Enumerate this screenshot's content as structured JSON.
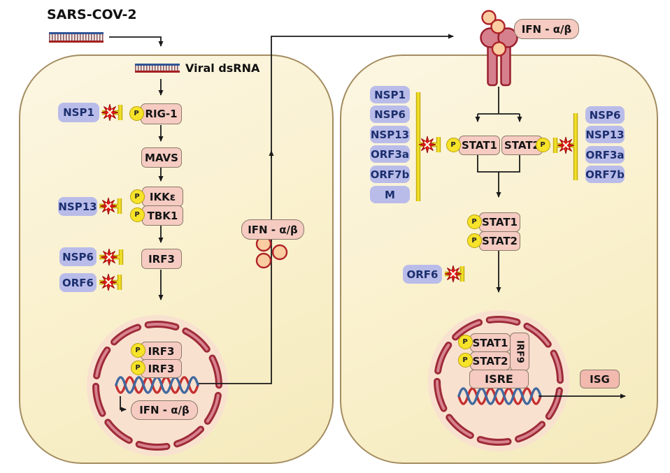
{
  "title": "SARS-COV-2",
  "phospho": "P",
  "palette": {
    "cell_fill": "#FAF1CF",
    "cell_border": "#A38C60",
    "inhibitor_box_blue": "#B9BCE9",
    "inhibitor_text_navy": "#1C2F6E",
    "protein_box_pink": "#F5CBC2",
    "protein_border": "#8A7A68",
    "nucleus_fill": "#F9E1D0",
    "nuclear_envelope_red": "#9E2B38",
    "phospho_yellow": "#F6E32A",
    "inhibition_yellow": "#E8D41A",
    "burst_red": "#E61717",
    "dna_red": "#C53030",
    "dna_blue": "#41699F",
    "receptor_pink": "#D6808E",
    "ligand_peach": "#FBCDA1",
    "arrow_black": "#1A1A1A"
  },
  "left_cell": {
    "viral_dsrna_label": "Viral dsRNA",
    "nodes": {
      "rig1": "RIG-1",
      "mavs": "MAVS",
      "ikke": "IKKε",
      "tbk1": "TBK1",
      "irf3": "IRF3"
    },
    "inhibitors": {
      "nsp1": "NSP1",
      "nsp13": "NSP13",
      "nsp6": "NSP6",
      "orf6": "ORF6"
    },
    "nucleus": {
      "irf3_a": "IRF3",
      "irf3_b": "IRF3",
      "ifn_label": "IFN - α/β"
    },
    "ifn_secreted_label": "IFN - α/β"
  },
  "right_cell": {
    "ifn_label": "IFN - α/β",
    "left_inhibitor_column": [
      "NSP1",
      "NSP6",
      "NSP13",
      "ORF3a",
      "ORF7b",
      "M"
    ],
    "right_inhibitor_column": [
      "NSP6",
      "NSP13",
      "ORF3a",
      "ORF7b"
    ],
    "stat1": "STAT1",
    "stat2": "STAT2",
    "pstat1": "STAT1",
    "pstat2": "STAT2",
    "orf6": "ORF6",
    "nucleus": {
      "stat1": "STAT1",
      "stat2": "STAT2",
      "irf9": "IRF9",
      "isre": "ISRE"
    },
    "isg": "ISG"
  }
}
